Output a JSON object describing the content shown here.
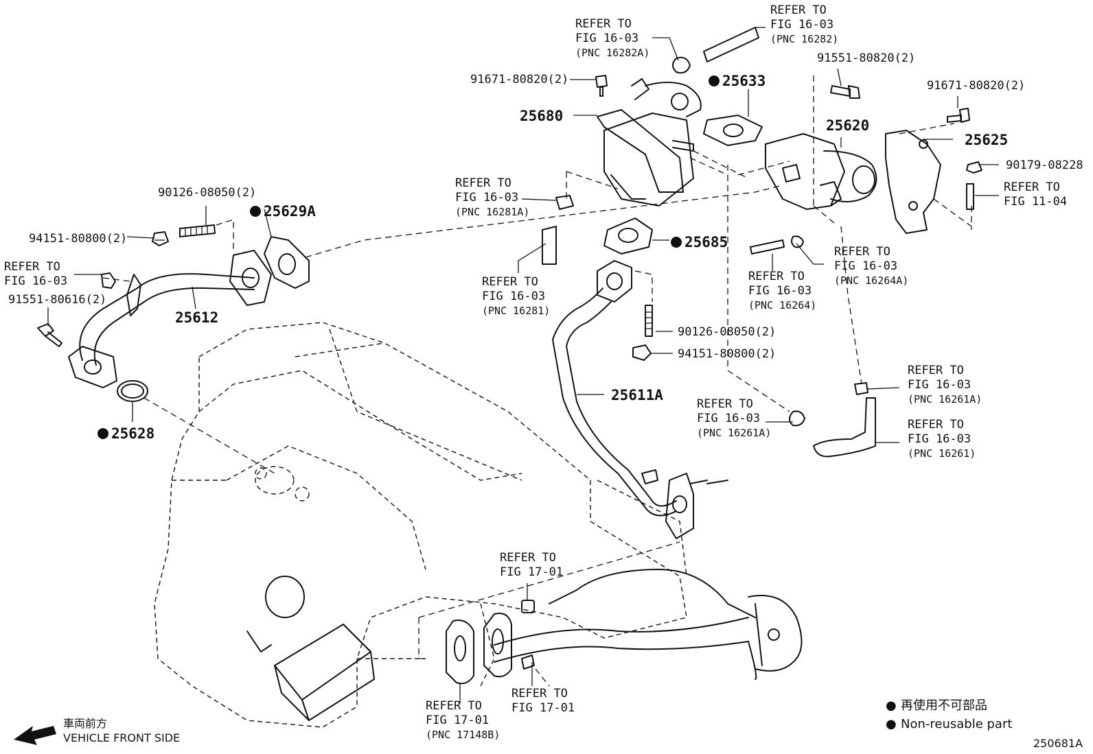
{
  "callouts": {
    "refer_fig_16_03_pnc_16282a": {
      "line1": "REFER TO",
      "line2": "FIG 16-03",
      "line3": "(PNC 16282A)"
    },
    "refer_fig_16_03_pnc_16282": {
      "line1": "REFER TO",
      "line2": "FIG 16-03",
      "line3": "(PNC 16282)"
    },
    "refer_fig_16_03_pnc_16281a": {
      "line1": "REFER TO",
      "line2": "FIG 16-03",
      "line3": "(PNC 16281A)"
    },
    "refer_fig_16_03_pnc_16281": {
      "line1": "REFER TO",
      "line2": "FIG 16-03",
      "line3": "(PNC 16281)"
    },
    "refer_fig_16_03_pnc_16264": {
      "line1": "REFER TO",
      "line2": "FIG 16-03",
      "line3": "(PNC 16264)"
    },
    "refer_fig_16_03_pnc_16264a": {
      "line1": "REFER TO",
      "line2": "FIG 16-03",
      "line3": "(PNC 16264A)"
    },
    "refer_fig_16_03_pnc_16261a_right": {
      "line1": "REFER TO",
      "line2": "FIG 16-03",
      "line3": "(PNC 16261A)"
    },
    "refer_fig_16_03_pnc_16261a_mid": {
      "line1": "REFER TO",
      "line2": "FIG 16-03",
      "line3": "(PNC 16261A)"
    },
    "refer_fig_16_03_pnc_16261": {
      "line1": "REFER TO",
      "line2": "FIG 16-03",
      "line3": "(PNC 16261)"
    },
    "refer_fig_11_04": {
      "line1": "REFER TO",
      "line2": "FIG 11-04"
    },
    "refer_fig_16_03_left": {
      "line1": "REFER TO",
      "line2": "FIG 16-03"
    },
    "refer_fig_17_01_upper": {
      "line1": "REFER TO",
      "line2": "FIG 17-01"
    },
    "refer_fig_17_01_lower": {
      "line1": "REFER TO",
      "line2": "FIG 17-01"
    },
    "refer_fig_17_01_pnc_17148b": {
      "line1": "REFER TO",
      "line2": "FIG 17-01",
      "line3": "(PNC 17148B)"
    }
  },
  "parts": {
    "p91671_top": "91671-80820(2)",
    "p91551_top": "91551-80820(2)",
    "p91671_right": "91671-80820(2)",
    "p90179": "90179-08228",
    "p90126_left": "90126-08050(2)",
    "p94151_left": "94151-80800(2)",
    "p91551_left": "91551-80616(2)",
    "p90126_mid": "90126-08050(2)",
    "p94151_mid": "94151-80800(2)"
  },
  "numbers": {
    "n25680": "25680",
    "n25633": "25633",
    "n25620": "25620",
    "n25625": "25625",
    "n25629a": "25629A",
    "n25612": "25612",
    "n25628": "25628",
    "n25685": "25685",
    "n25611a": "25611A"
  },
  "legend": {
    "bullet": "●",
    "line_ja": "再使用不可部品",
    "line_en": "Non-reusable part"
  },
  "footer": {
    "front_ja": "車両前方",
    "front_en": "VEHICLE FRONT SIDE",
    "figure_code": "250681A"
  }
}
